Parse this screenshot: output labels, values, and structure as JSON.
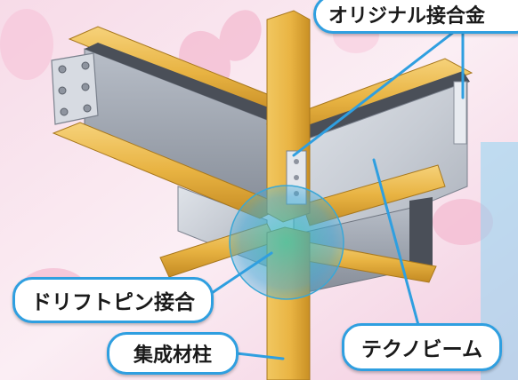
{
  "labels": {
    "top_callout": "オリジナル接合金",
    "pin_callout": "ドリフトピン接合",
    "column_callout": "集成材柱",
    "beam_callout": "テクノビーム"
  },
  "colors": {
    "callout_border": "#2f9fe0",
    "wood": "#e8b94a",
    "steel": "#c9ced6",
    "joint_highlight": "#3fb6c8"
  }
}
